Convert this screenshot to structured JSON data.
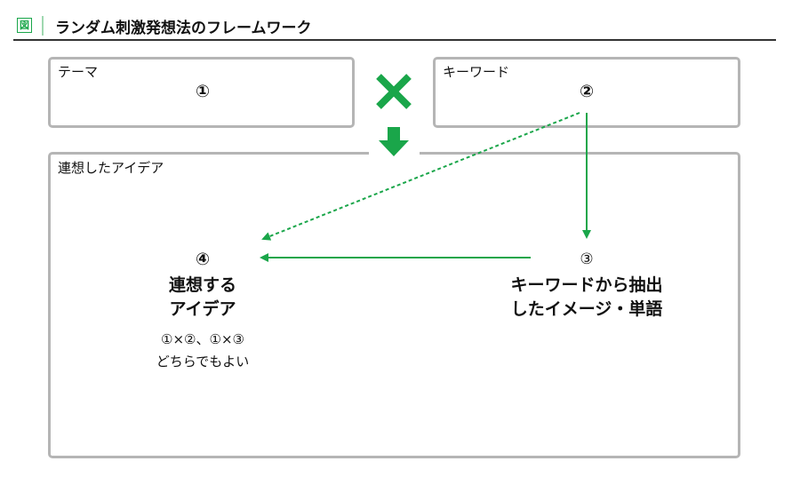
{
  "header": {
    "badge": "図",
    "title": "ランダム刺激発想法のフレームワーク"
  },
  "theme_box": {
    "label": "テーマ",
    "number": "①"
  },
  "keyword_box": {
    "label": "キーワード",
    "number": "②"
  },
  "ideas_box": {
    "label": "連想したアイデア"
  },
  "idea_node": {
    "number": "④",
    "line1": "連想する",
    "line2": "アイデア",
    "note1": "①×②、①×③",
    "note2": "どちらでもよい"
  },
  "extract_node": {
    "number": "③",
    "line1": "キーワードから抽出",
    "line2": "したイメージ・単語"
  },
  "colors": {
    "accent": "#1aa64a",
    "border": "#b5b5b5"
  }
}
